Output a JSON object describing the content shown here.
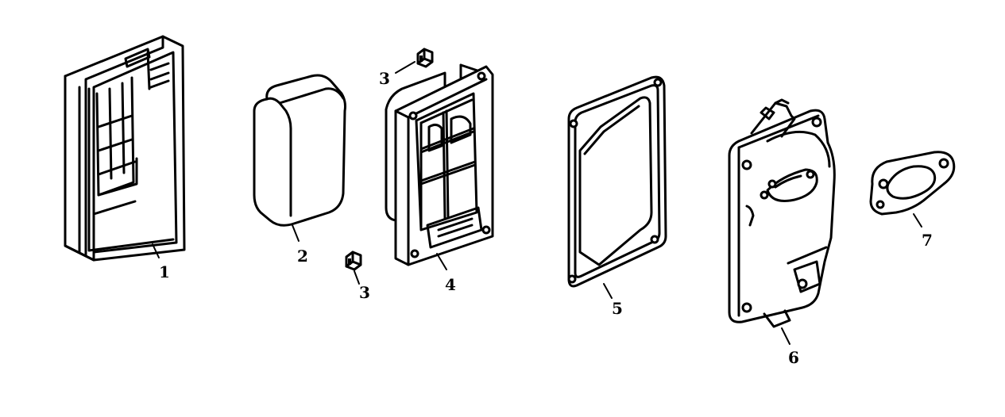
{
  "callouts": [
    {
      "id": "c1",
      "number": "1"
    },
    {
      "id": "c2",
      "number": "2"
    },
    {
      "id": "c3a",
      "number": "3"
    },
    {
      "id": "c3b",
      "number": "3"
    },
    {
      "id": "c4",
      "number": "4"
    },
    {
      "id": "c5",
      "number": "5"
    },
    {
      "id": "c6",
      "number": "6"
    },
    {
      "id": "c7",
      "number": "7"
    }
  ]
}
